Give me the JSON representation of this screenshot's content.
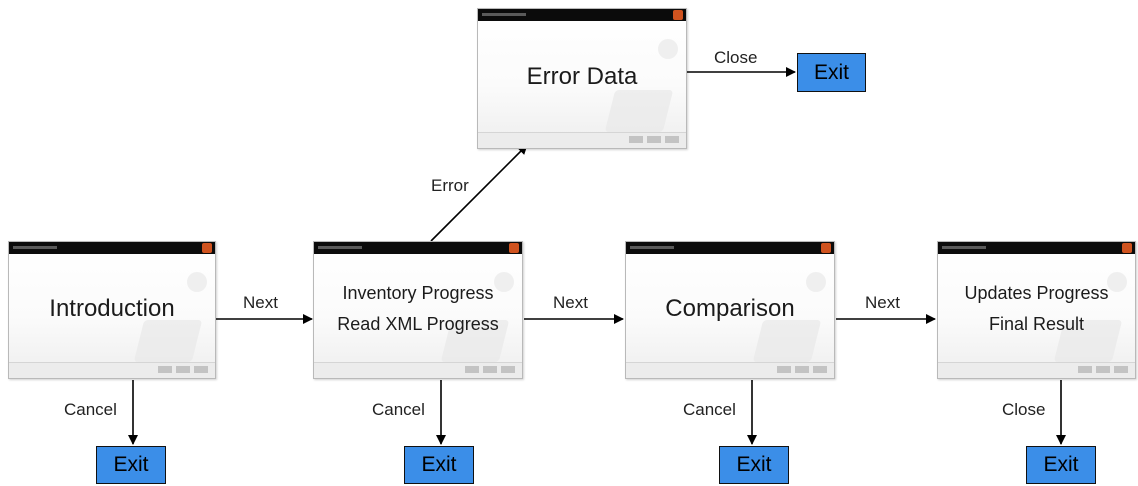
{
  "screens": {
    "intro": {
      "label": "Introduction"
    },
    "inventory": {
      "label": "Inventory Progress\nRead XML Progress"
    },
    "comparison": {
      "label": "Comparison"
    },
    "updates": {
      "label": "Updates Progress\nFinal Result"
    },
    "error": {
      "label": "Error Data"
    }
  },
  "exits": {
    "intro": "Exit",
    "inventory": "Exit",
    "comparison": "Exit",
    "updates": "Exit",
    "error": "Exit"
  },
  "edges": {
    "intro_next": "Next",
    "inventory_next": "Next",
    "comparison_next": "Next",
    "intro_cancel": "Cancel",
    "inventory_cancel": "Cancel",
    "comparison_cancel": "Cancel",
    "updates_close": "Close",
    "inventory_error": "Error",
    "error_close": "Close"
  },
  "colors": {
    "exit_fill": "#3b8ee8",
    "arrow": "#000000",
    "titlebar": "#0b0b0b",
    "close_button": "#d0531f"
  }
}
